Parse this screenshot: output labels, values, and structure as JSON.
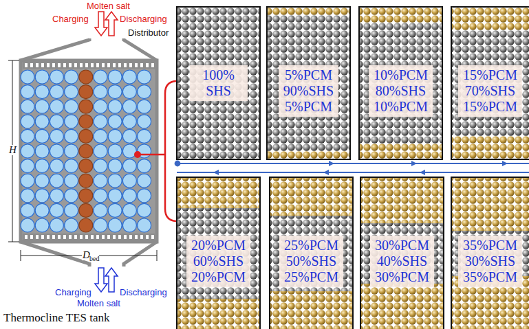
{
  "diagram": {
    "nodes": [
      {
        "text": [
          "100% SHS"
        ]
      },
      {
        "text": [
          "5%PCM",
          "90%SHS",
          "5%PCM"
        ]
      },
      {
        "text": [
          "10%PCM",
          "80%SHS",
          "10%PCM"
        ]
      },
      {
        "text": [
          "15%PCM",
          "70%SHS",
          "15%PCM"
        ]
      },
      {
        "text": [
          "20%PCM",
          "60%SHS",
          "20%PCM"
        ]
      },
      {
        "text": [
          "25%PCM",
          "50%SHS",
          "25%PCM"
        ]
      },
      {
        "text": [
          "30%PCM",
          "40%SHS",
          "30%PCM"
        ]
      },
      {
        "text": [
          "35%PCM",
          "30%SHS",
          "35%PCM"
        ]
      }
    ],
    "labels": [
      "Molten salt",
      "Charging",
      "Discharging",
      "Distributor",
      "H",
      "D",
      "bed",
      "Charging",
      "Discharging",
      "Molten salt",
      "Thermocline TES tank"
    ]
  }
}
